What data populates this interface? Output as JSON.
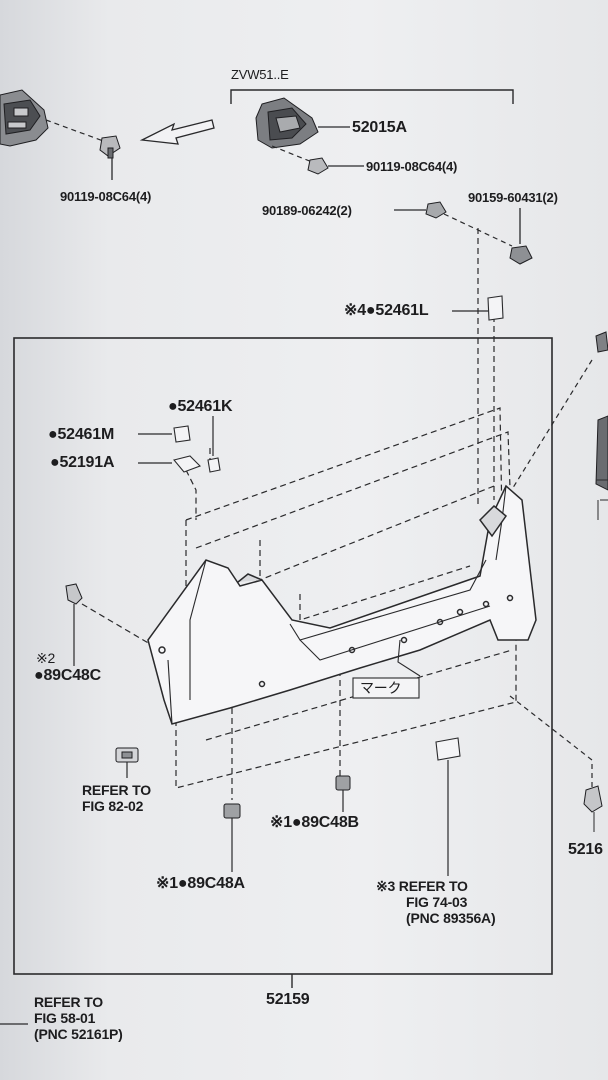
{
  "header": {
    "model": "ZVW51..E"
  },
  "parts": {
    "p52015A": "52015A",
    "p90119_left": "90119-08C64(4)",
    "p90119_right": "90119-08C64(4)",
    "p90189": "90189-06242(2)",
    "p90159": "90159-60431(2)",
    "p52461L": "※4●52461L",
    "p52461K": "●52461K",
    "p52461M": "●52461M",
    "p52191A": "●52191A",
    "p89C48C_note": "※2",
    "p89C48C": "●89C48C",
    "p89C48B": "※1●89C48B",
    "p89C48A": "※1●89C48A",
    "p52159": "52159",
    "p5216_partial": "5216",
    "mark": "マーク"
  },
  "references": {
    "fig82": [
      "REFER TO",
      "FIG 82-02"
    ],
    "fig74": [
      "※3 REFER TO",
      "FIG 74-03",
      "(PNC 89356A)"
    ],
    "fig58": [
      "REFER TO",
      "FIG 58-01",
      "(PNC 52161P)"
    ]
  }
}
